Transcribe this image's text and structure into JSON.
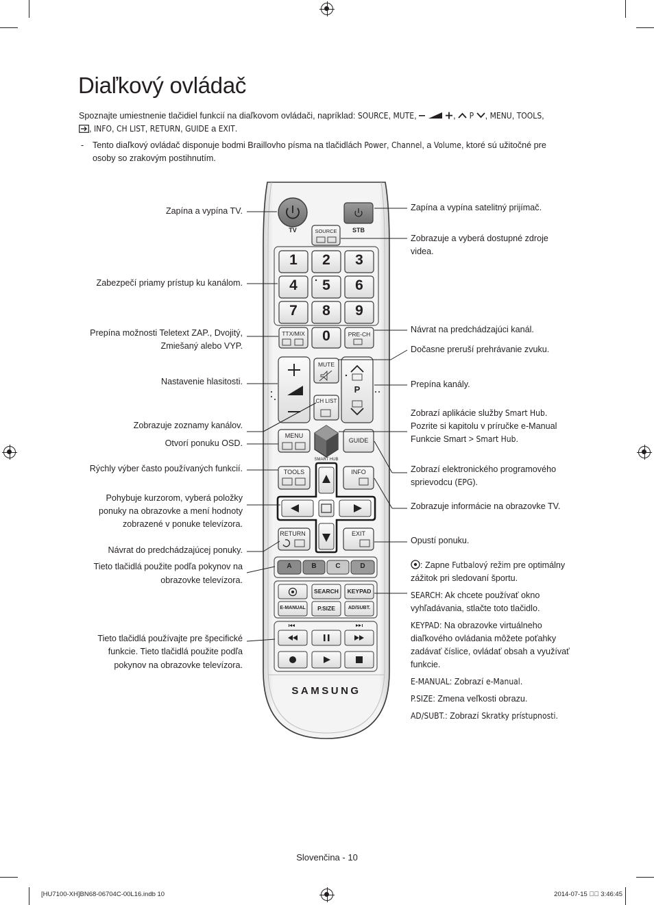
{
  "page": {
    "title": "Diaľkový ovládač",
    "intro": {
      "text": "Spoznajte umiestnenie tlačidiel funkcií na diaľkovom ovládači, napríklad: ",
      "keys": [
        "SOURCE",
        "MUTE",
        "TOOLS",
        "INFO",
        "CH LIST",
        "RETURN",
        "GUIDE",
        "EXIT"
      ],
      "p_label": "P",
      "menu": "MENU",
      "sep_a": "a"
    },
    "note": {
      "dash": "-",
      "before": "Tento diaľkový ovládač disponuje bodmi Braillovho písma na tlačidlách ",
      "k1": "Power",
      "c1": ", ",
      "k2": "Channel",
      "c2": ", a ",
      "k3": "Volume",
      "after1": ", ktoré sú užitočné pre",
      "after2": "osoby so zrakovým postihnutím."
    },
    "left_annotations": [
      "Zapína a vypína TV.",
      "Zabezpečí priamy prístup ku kanálom.",
      "Prepína možnosti Teletext ZAP., Dvojitý,",
      "Zmiešaný alebo VYP.",
      "Nastavenie hlasitosti.",
      "Zobrazuje zoznamy kanálov.",
      "Otvorí ponuku OSD.",
      "Rýchly výber často používaných funkcií.",
      "Pohybuje kurzorom, vyberá položky",
      "ponuky na obrazovke a mení hodnoty",
      "zobrazené v ponuke televízora.",
      "Návrat do predchádzajúcej ponuky.",
      "Tieto tlačidlá použite podľa pokynov na",
      "obrazovke televízora.",
      "Tieto tlačidlá používajte pre špecifické",
      "funkcie. Tieto tlačidlá použite podľa",
      "pokynov na obrazovke televízora."
    ],
    "right_annotations": {
      "stb": "Zapína a vypína satelitný prijímač.",
      "source1": "Zobrazuje a vyberá dostupné zdroje",
      "source2": "videa.",
      "prech": "Návrat na predchádzajúci kanál.",
      "mute": "Dočasne preruší prehrávanie zvuku.",
      "channel": "Prepína kanály.",
      "smarthub_a": "Zobrazí aplikácie služby ",
      "smarthub_k": "Smart Hub",
      "smarthub_b": ".",
      "smarthub_c": "Pozrite si kapitolu v príručke e-Manual",
      "smarthub_d": "Funkcie Smart",
      "smarthub_e": " > ",
      "smarthub_f": "Smart Hub",
      "smarthub_g": ".",
      "guide1": "Zobrazí elektronického programového",
      "guide2a": "sprievodcu (",
      "guide2k": "EPG",
      "guide2b": ").",
      "info": "Zobrazuje informácie na obrazovke TV.",
      "exit": "Opustí ponuku.",
      "football_a": ": Zapne ",
      "football_k": "Futbalový režim",
      "football_b": " pre optimálny",
      "football_c": "zážitok pri sledovaní športu.",
      "search_k": "SEARCH",
      "search_a": ": Ak chcete používať okno",
      "search_b": "vyhľadávania, stlačte toto tlačidlo.",
      "keypad_k": "KEYPAD",
      "keypad_a": ": Na obrazovke virtuálneho",
      "keypad_b": "diaľkového ovládania môžete poťahky",
      "keypad_c": "zadávať číslice, ovládať obsah a využívať",
      "keypad_d": "funkcie.",
      "emanual_k": "E-MANUAL",
      "emanual_a": ": Zobrazí ",
      "emanual_k2": "e-Manual",
      "emanual_b": ".",
      "psize_k": "P.SIZE",
      "psize_a": ": Zmena veľkosti obrazu.",
      "adsubt_k": "AD/SUBT.",
      "adsubt_a": ": Zobrazí ",
      "adsubt_k2": "Skratky prístupnosti",
      "adsubt_b": "."
    },
    "remote": {
      "buttons": {
        "tv": "TV",
        "stb": "STB",
        "source": "SOURCE",
        "digits": [
          "1",
          "2",
          "3",
          "4",
          "5",
          "6",
          "7",
          "8",
          "9",
          "0"
        ],
        "ttx": "TTX/MIX",
        "prech": "PRE-CH",
        "mute": "MUTE",
        "chlist": "CH LIST",
        "p": "P",
        "menu": "MENU",
        "guide": "GUIDE",
        "smarthub": "SMART HUB",
        "tools": "TOOLS",
        "info": "INFO",
        "return": "RETURN",
        "exit": "EXIT",
        "color": [
          "A",
          "B",
          "C",
          "D"
        ],
        "search": "SEARCH",
        "keypad": "KEYPAD",
        "emanual": "E-MANUAL",
        "psize": "P.SIZE",
        "adsubt": "AD/SUBT."
      },
      "brand": "SAMSUNG"
    },
    "footer": "Slovenčina - 10",
    "slug_left": "[HU7100-XH]BN68-06704C-00L16.indb   10",
    "slug_right": "2014-07-15   ￿￿ 3:46:45"
  }
}
